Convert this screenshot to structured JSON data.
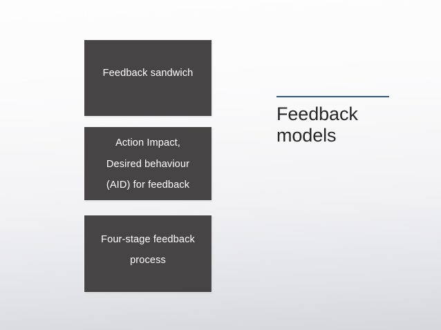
{
  "slide": {
    "background_top_color": "#fdfdfd",
    "background_bottom_color": "#d6d7dc",
    "box_fill_color": "#464444",
    "box_text_color": "#ffffff",
    "title_color": "#262626",
    "rule_color": "#31538f"
  },
  "boxes": [
    {
      "name": "feedback-sandwich",
      "lines": [
        "Feedback sandwich"
      ]
    },
    {
      "name": "aid-model",
      "lines": [
        "Action Impact,",
        "Desired behaviour",
        "(AID) for feedback"
      ]
    },
    {
      "name": "four-stage-feedback-process",
      "lines": [
        "Four-stage feedback",
        "process"
      ]
    }
  ],
  "title": {
    "line1": "Feedback",
    "line2": "models"
  }
}
